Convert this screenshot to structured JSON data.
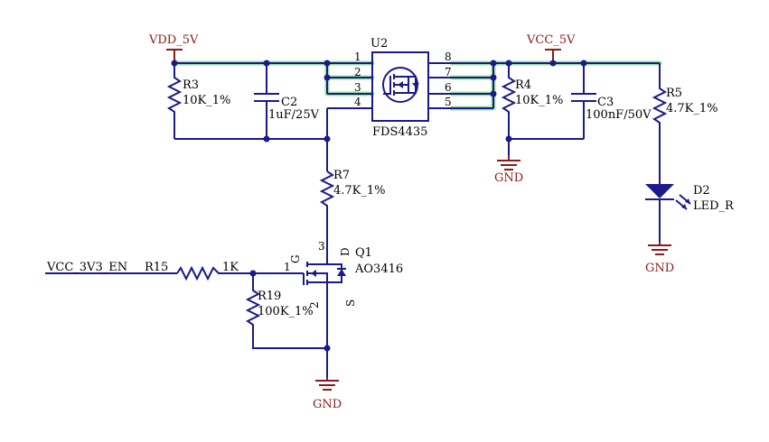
{
  "power": {
    "vdd_5v": "VDD_5V",
    "vcc_5v": "VCC_5V",
    "gnd_1": "GND",
    "gnd_2": "GND",
    "gnd_3": "GND"
  },
  "net_label": "VCC_3V3_EN",
  "u2": {
    "ref": "U2",
    "value": "FDS4435",
    "pins": [
      "1",
      "2",
      "3",
      "4",
      "8",
      "7",
      "6",
      "5"
    ]
  },
  "r3": {
    "ref": "R3",
    "value": "10K_1%"
  },
  "c2": {
    "ref": "C2",
    "value": "1uF/25V"
  },
  "r4": {
    "ref": "R4",
    "value": "10K_1%"
  },
  "c3": {
    "ref": "C3",
    "value": "100nF/50V"
  },
  "r5": {
    "ref": "R5",
    "value": "4.7K_1%"
  },
  "d2": {
    "ref": "D2",
    "value": "LED_R"
  },
  "r7": {
    "ref": "R7",
    "value": "4.7K_1%"
  },
  "r15": {
    "ref": "R15",
    "value": "1K"
  },
  "r19": {
    "ref": "R19",
    "value": "100K_1%"
  },
  "q1": {
    "ref": "Q1",
    "value": "AO3416",
    "pin_gate": "1",
    "pin_drain": "3",
    "pin_source": "2",
    "label_g": "G",
    "label_d": "D",
    "label_s": "S"
  },
  "colors": {
    "wire": "#1a1a8c",
    "highlight": "#9be39b",
    "power": "#8b1a1a"
  }
}
